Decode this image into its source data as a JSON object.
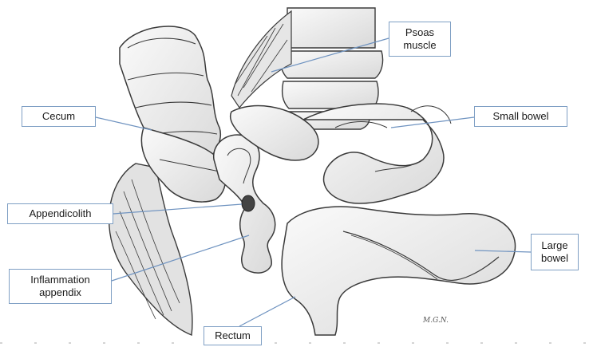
{
  "labels": {
    "psoas": "Psoas\nmuscle",
    "cecum": "Cecum",
    "small_bowel": "Small bowel",
    "appendicolith": "Appendicolith",
    "inflammation": "Inflammation\nappendix",
    "large_bowel": "Large\nbowel",
    "rectum": "Rectum"
  },
  "signature": "M.G.N.",
  "colors": {
    "leader_line": "#6f93c0",
    "label_border": "#7f9fc4",
    "ink": "#3a3a3a",
    "tissue_fill": "#eeeeee",
    "appendicolith_fill": "#444444"
  }
}
